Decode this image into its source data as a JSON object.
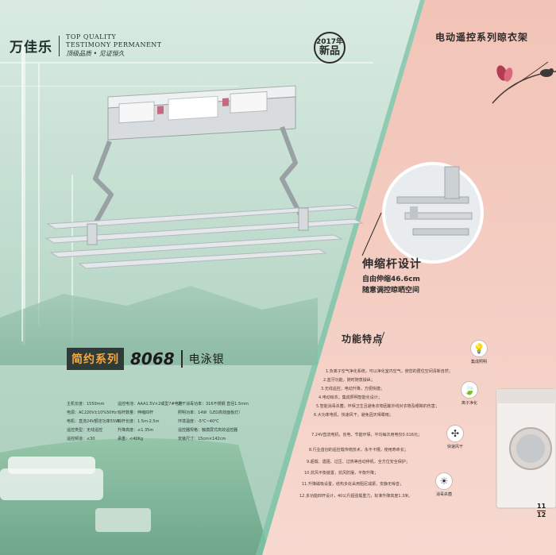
{
  "brand": {
    "name_cn": "万佳乐",
    "tagline_en_line1": "TOP QUALITY",
    "tagline_en_line2": "TESTIMONY PERMANENT",
    "slogan_cn": "顶级品质 • 见证恒久"
  },
  "badge": {
    "year": "2017年",
    "label": "新品"
  },
  "series_title": "电动遥控系列晾衣架",
  "callout": {
    "title": "伸缩杆设计",
    "line1": "自由伸缩46.6cm",
    "line2": "随意调控晾晒空间"
  },
  "model": {
    "series": "简约系列",
    "number": "8068",
    "finish": "电泳银"
  },
  "specs": {
    "col1": [
      "主机长度：1550mm",
      "电源：AC220V±10%50Hz",
      "电机：直流24V额定功率55W",
      "遥控类型：无线遥控",
      "遥控频道：≤30"
    ],
    "col2": [
      "遥控电池：AAA1.5V×2或型7#电池",
      "晾杆数量：伸缩四杆",
      "晾杆长度：1.5m-2.5m",
      "升降高度：≤1.35m",
      "承重：<40Kg"
    ],
    "col3": [
      "烘干消毒功率：316不锈钢 直径1.5mm",
      "照明功率：14W（LED高效面板灯）",
      "环境温度：-5℃~40℃",
      "遥控器规格：触摸屏式高效遥控器",
      "安装尺寸：15cm×142cm"
    ]
  },
  "features": {
    "title": "功能特点",
    "items": [
      "1.负离子空气净化系统，可以净化室内空气，使您的居住空间清新自然；",
      "2.蓝牙功能，随时随意操纵；",
      "3.无线遥控，电动升降，方便快捷；",
      "4.电动晾衣，集成照明智能化设计；",
      "5.智能消毒杀菌，环保卫生且避免衣物因紫外线对衣物及眼睛的伤害；",
      "6.大功率电机，快速风干，避免因天晴霉雨；",
      "7.24V直流电机，省电、节能环保，平均每次用电仅0.016元；",
      "8.行业首创的遥控载传统技术，永不卡槽，使用寿命长；",
      "9.超载、遇阻、过压、过热等自动停机，全方位安全保护；",
      "10.抗风平衡装置，抗风防摆，平衡升降；",
      "11.升降磁吸设置，结构多处采用阻尼减振，安静无噪音；",
      "12.多功能四杆设计，40公斤超强载重力，标准升降高度1.3米。"
    ]
  },
  "icons": [
    {
      "name": "lamp-icon",
      "glyph": "💡",
      "label": "集成照明"
    },
    {
      "name": "leaf-icon",
      "glyph": "🍃",
      "label": "离子净化"
    },
    {
      "name": "fan-icon",
      "glyph": "✣",
      "label": "快速风干"
    },
    {
      "name": "sanitize-icon",
      "glyph": "☀",
      "label": "消毒杀菌"
    }
  ],
  "page_numbers": {
    "top": "11",
    "bottom": "12"
  },
  "colors": {
    "pink": "#f2c4b7",
    "mint": "#cfe3d8",
    "accent_orange": "#f6a83a",
    "dark": "#2e3b38"
  }
}
